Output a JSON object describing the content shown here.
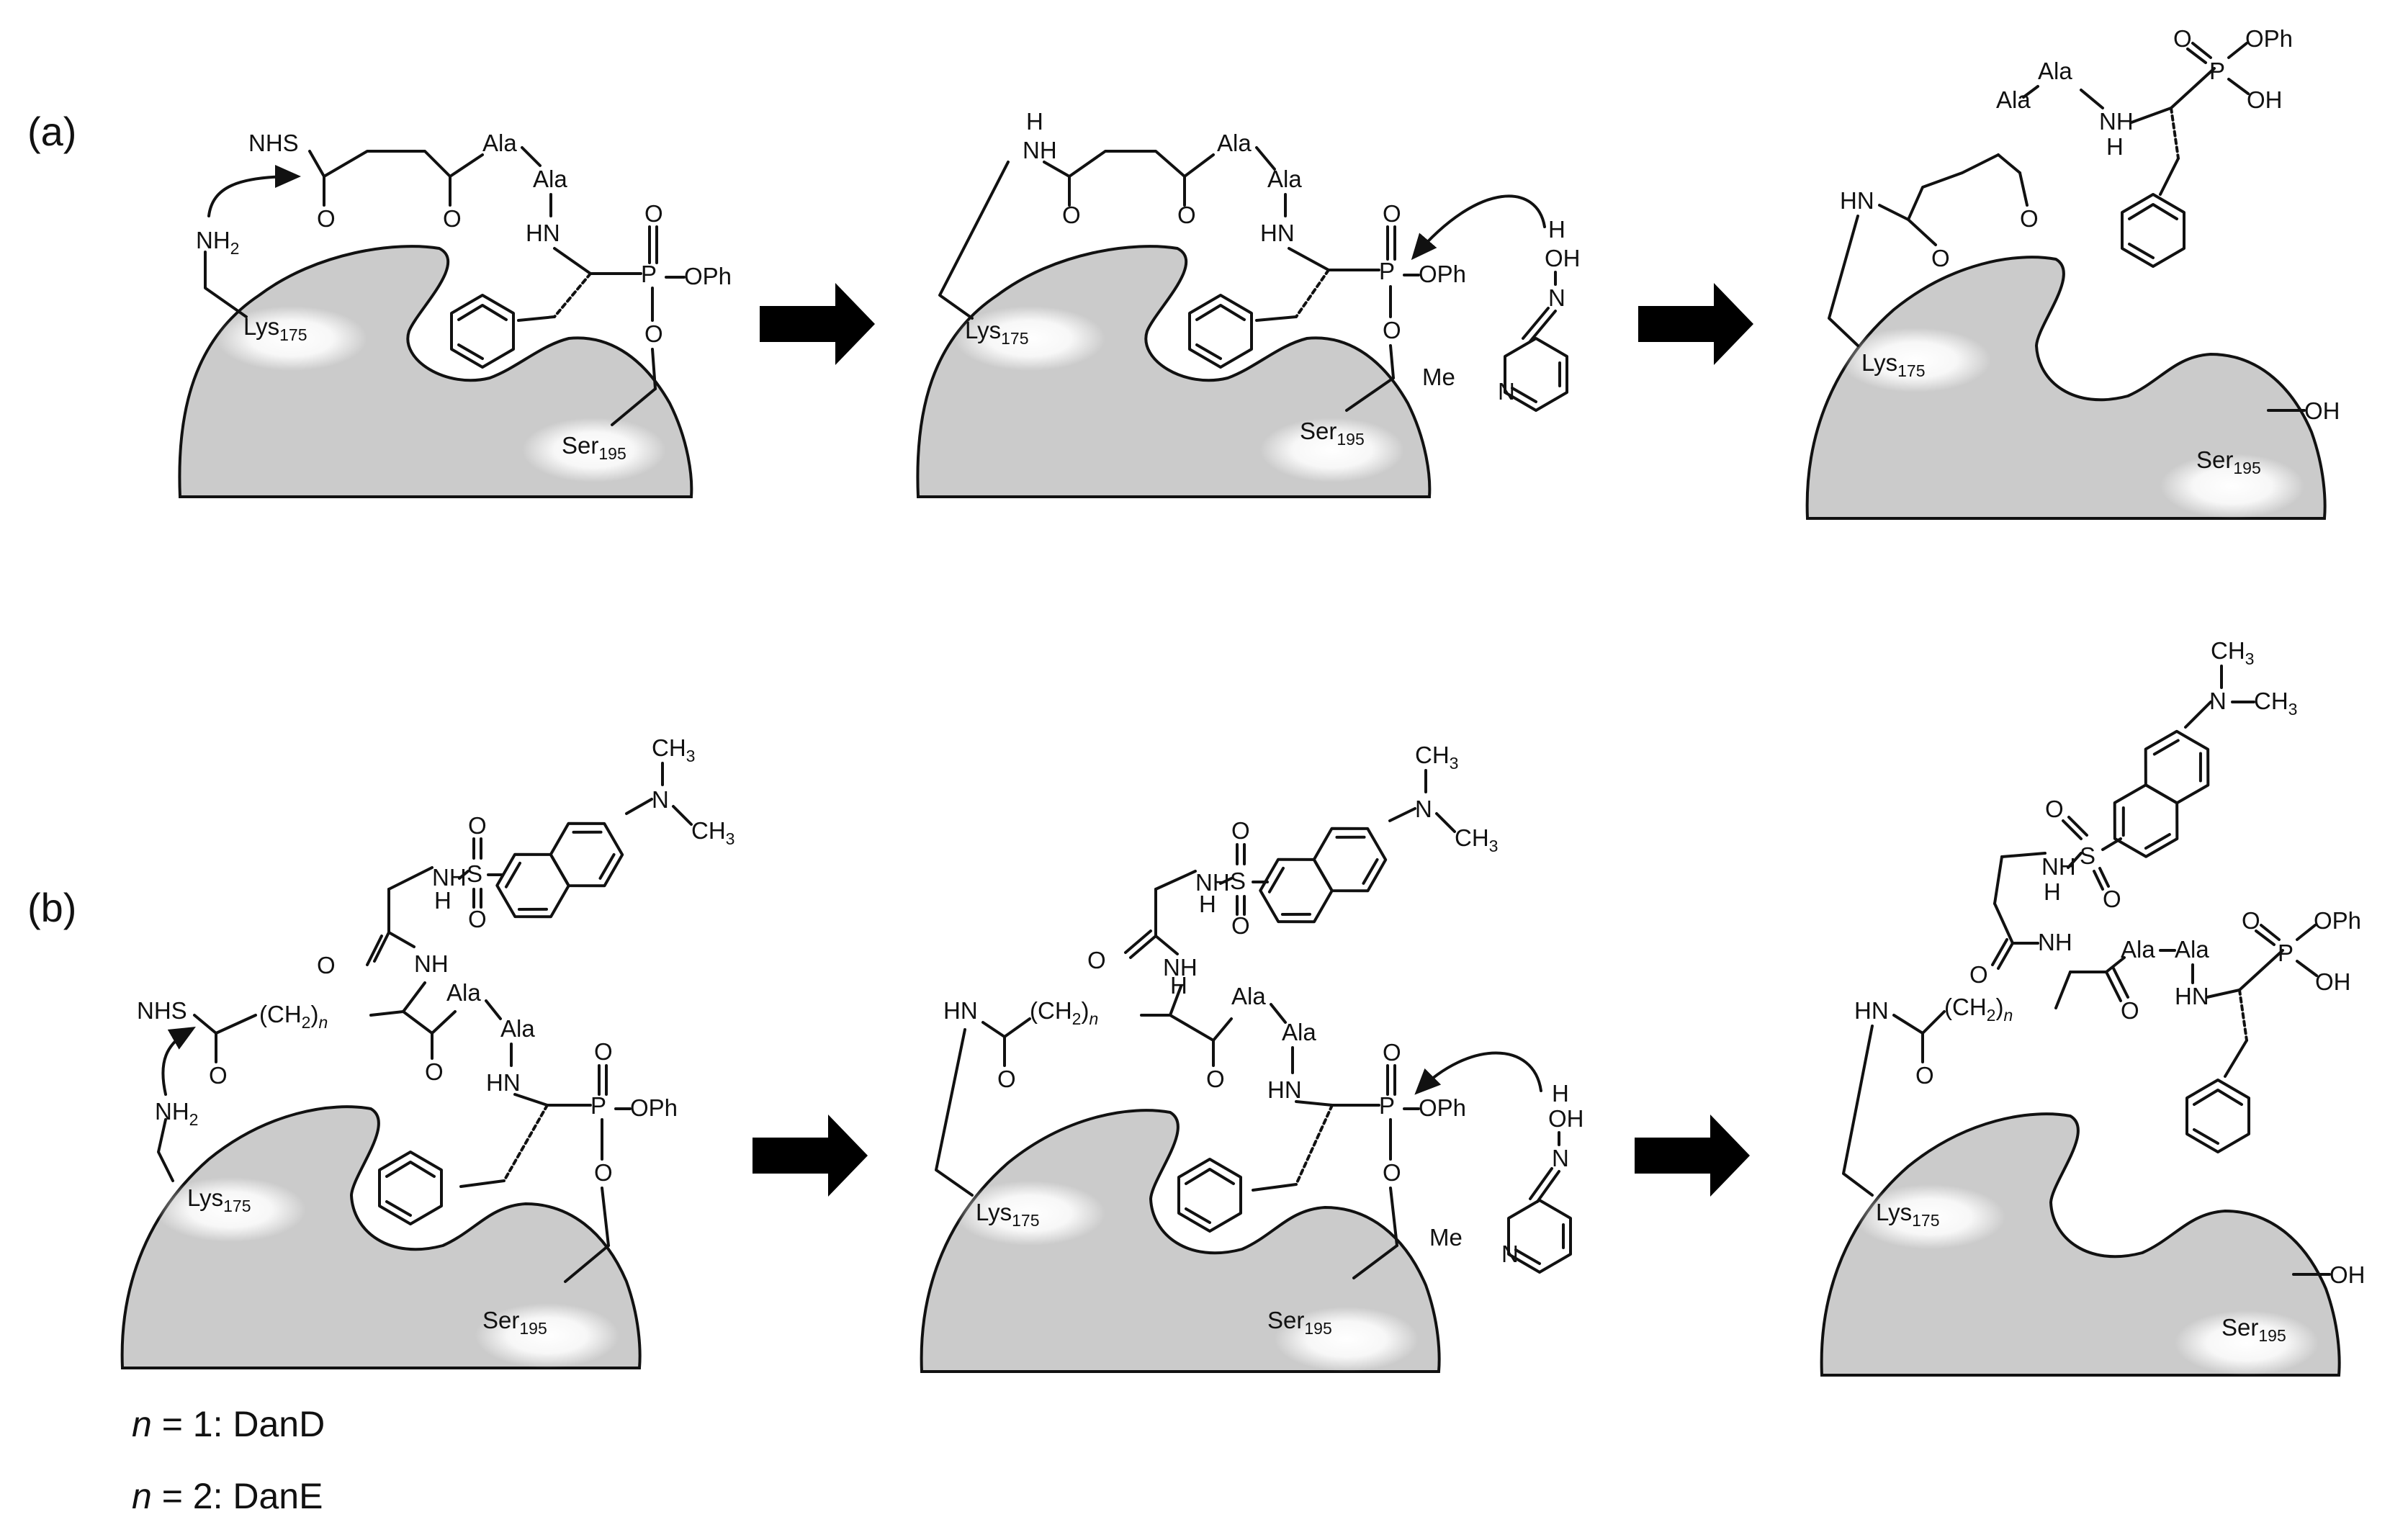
{
  "panels": {
    "a": "(a)",
    "b": "(b)"
  },
  "labels": {
    "nhs": "NHS",
    "ala": "Ala",
    "hn": "HN",
    "nh": "NH",
    "h": "H",
    "n": "N",
    "o": "O",
    "p": "P",
    "s": "S",
    "oph": "OPh",
    "oh": "OH",
    "nh2_main": "NH",
    "nh2_sub": "2",
    "lys_main": "Lys",
    "lys_sub": "175",
    "ser_main": "Ser",
    "ser_sub": "195",
    "me": "Me",
    "ch3_main": "CH",
    "ch3_sub": "3",
    "ch2_open": "(CH",
    "ch2_sub": "2",
    "ch2_close": ")",
    "n_italic": "n"
  },
  "legend": {
    "line1_var": "n",
    "line1_text": " = 1: DanD",
    "line2_var": "n",
    "line2_text": " = 2: DanE"
  },
  "colors": {
    "pocket_fill": "#cbcbcb",
    "ink": "#111111",
    "highlight": "#ffffff"
  }
}
